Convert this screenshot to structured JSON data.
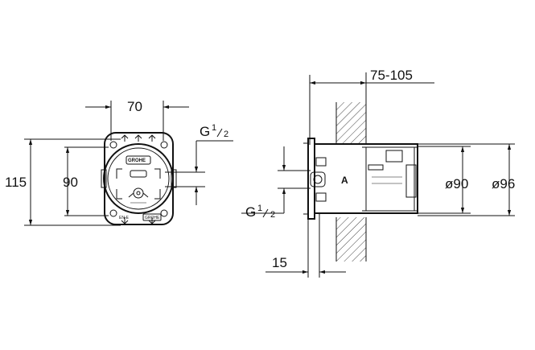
{
  "front_view": {
    "dim_width": "70",
    "dim_overall_height": "115",
    "dim_inner_height": "90",
    "thread_label": "G",
    "thread_fraction_num": "1",
    "thread_fraction_den": "2",
    "logo_top": "GROHE",
    "logo_bottom": "GROHE",
    "small_mark": "EN-E"
  },
  "side_view": {
    "dim_depth": "75-105",
    "dim_flange": "15",
    "dim_diameter_inner": "ø90",
    "dim_diameter_outer": "ø96",
    "thread_label": "G",
    "thread_fraction_num": "1",
    "thread_fraction_den": "2",
    "marker_letter": "A"
  }
}
